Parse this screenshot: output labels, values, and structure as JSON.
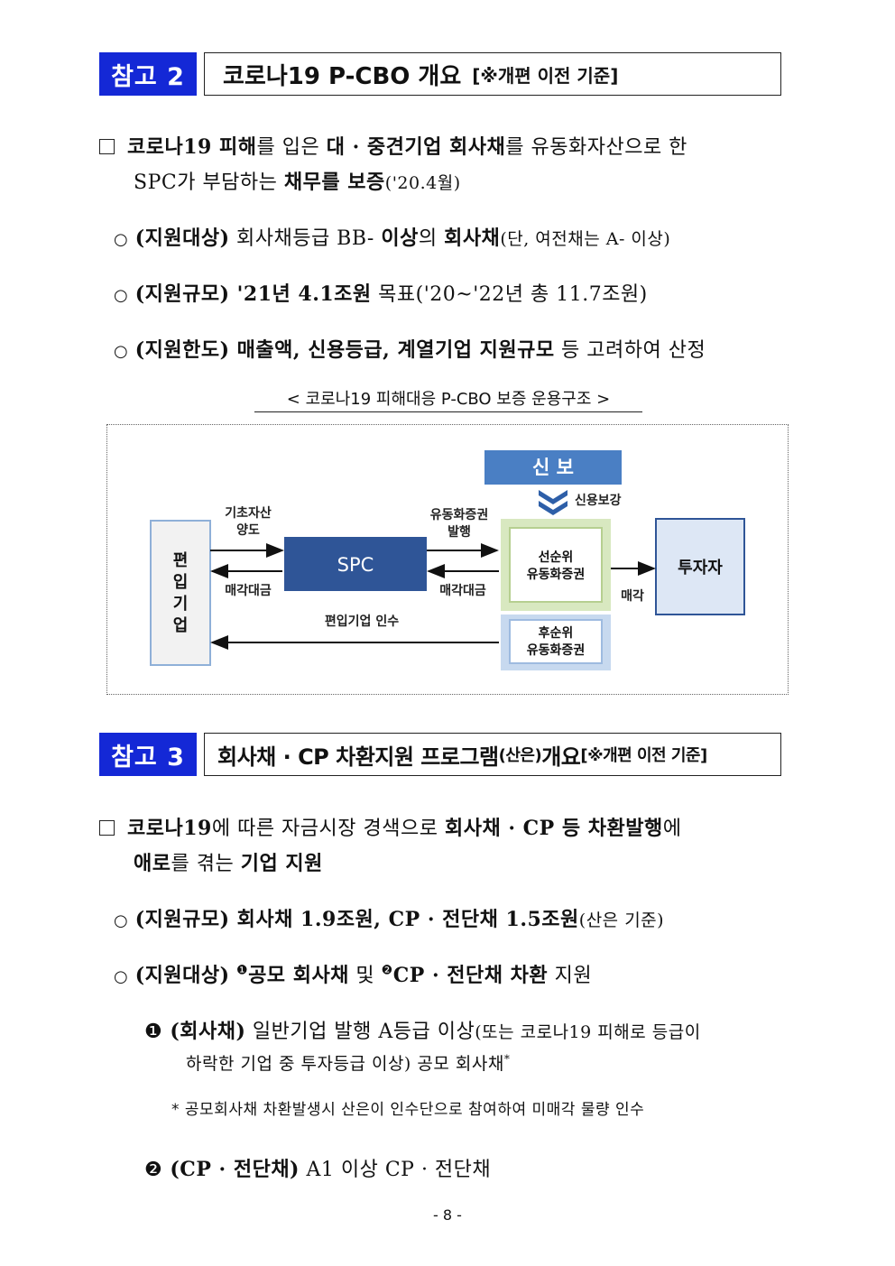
{
  "section2": {
    "label": "참고 2",
    "title": "코로나19 P-CBO 개요",
    "title_note": "[※개편 이전 기준]",
    "bullet": {
      "t1": "코로나19 피해",
      "t2": "를 입은 ",
      "t3": "대 · 중견기업 회사채",
      "t4": "를 유동화자산으로 한",
      "t5": "SPC가 부담하는 ",
      "t6": "채무를 보증",
      "t7": "('20.4월)"
    },
    "items": [
      {
        "lead": "(지원대상)",
        "p1": " 회사채등급 BB- ",
        "b1": "이상",
        "p2": "의 ",
        "b2": "회사채",
        "p3": "(단, 여전채는 A- 이상)"
      },
      {
        "lead": "(지원규모)",
        "b1": " '21년 4.1조원",
        "p1": " 목표('20~'22년 총 11.7조원)"
      },
      {
        "lead": "(지원한도)",
        "b1": " 매출액, 신용등급, 계열기업 지원규모",
        "p1": " 등 고려하여 산정"
      }
    ],
    "caption": "< 코로나19 피해대응 P-CBO 보증 운용구조 >",
    "diagram": {
      "sinbo": "신 보",
      "credit_enhance": "신용보강",
      "company": [
        "편",
        "입",
        "기",
        "업"
      ],
      "asset_transfer": [
        "기초자산",
        "양도"
      ],
      "spc": "SPC",
      "sale_price_left": "매각대금",
      "issue": [
        "유동화증권",
        "발행"
      ],
      "sale_price_right": "매각대금",
      "senior": [
        "선순위",
        "유동화증권"
      ],
      "subordinate": [
        "후순위",
        "유동화증권"
      ],
      "investor": "투자자",
      "sell": "매각",
      "acquire": "편입기업 인수"
    }
  },
  "section3": {
    "label": "참고 3",
    "title": "회사채 · CP 차환지원 프로그램",
    "title_paren": "(산은)",
    "title_rest": " 개요 ",
    "title_note": "[※개편 이전 기준]",
    "bullet": {
      "t1": "코로나19",
      "t2": "에 따른 자금시장 경색으로 ",
      "t3": "회사채 · CP 등 차환발행",
      "t4": "에",
      "t5": "애로",
      "t6": "를 겪는 ",
      "t7": "기업 지원"
    },
    "item1": {
      "lead": "(지원규모)",
      "b1": " 회사채 1.9조원, CP · 전단채 1.5조원",
      "p1": "(산은 기준)"
    },
    "item2": {
      "lead": "(지원대상)",
      "n1": "❶",
      "b1": "공모 회사채",
      "p1": " 및 ",
      "n2": "❷",
      "b2": "CP · 전단채 차환",
      "p2": " 지원"
    },
    "sub1": {
      "num": "❶",
      "lead": " (회사채)",
      "p1": " 일반기업 발행 A등급 이상",
      "p2": "(또는 코로나19 피해로 등급이",
      "p3": "하락한 기업 중 투자등급 이상) 공모 회사채",
      "sup": "*"
    },
    "note": "* 공모회사채 차환발생시 산은이 인수단으로 참여하여 미매각 물량 인수",
    "sub2": {
      "num": "❷",
      "lead": " (CP · 전단채)",
      "p1": " A1 이상 CP · 전단채"
    }
  },
  "footer": {
    "page": "- 8 -"
  }
}
